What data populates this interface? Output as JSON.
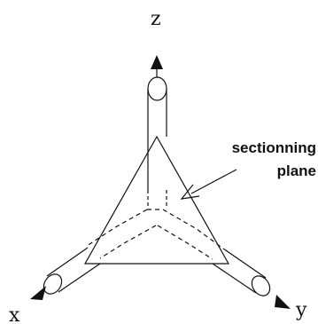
{
  "labels": {
    "z_axis": "z",
    "x_axis": "x",
    "y_axis": "y",
    "annotation_line1": "sectionning",
    "annotation_line2": "plane"
  },
  "colors": {
    "ink": "#111111",
    "background": "#ffffff"
  }
}
